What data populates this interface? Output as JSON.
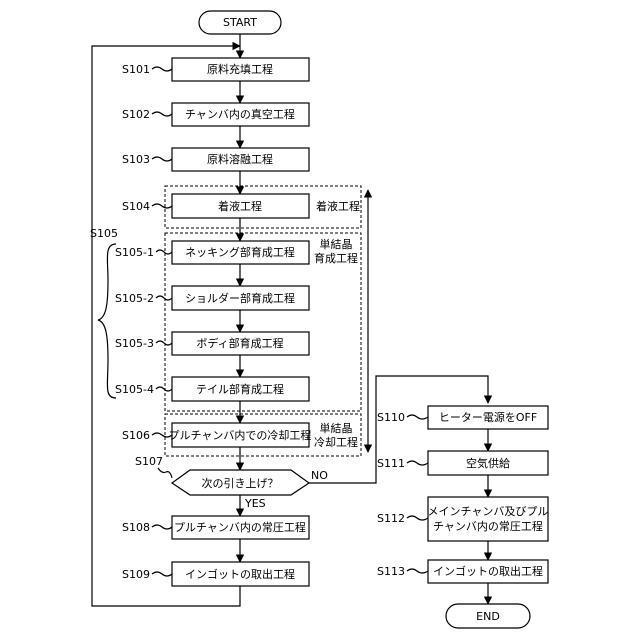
{
  "start": "START",
  "end": "END",
  "steps": {
    "s101": {
      "id": "S101",
      "label": "原料充填工程"
    },
    "s102": {
      "id": "S102",
      "label": "チャンバ内の真空工程"
    },
    "s103": {
      "id": "S103",
      "label": "原料溶融工程"
    },
    "s104": {
      "id": "S104",
      "label": "着液工程"
    },
    "s105_1": {
      "id": "S105-1",
      "label": "ネッキング部育成工程"
    },
    "s105_2": {
      "id": "S105-2",
      "label": "ショルダー部育成工程"
    },
    "s105_3": {
      "id": "S105-3",
      "label": "ボディ部育成工程"
    },
    "s105_4": {
      "id": "S105-4",
      "label": "テイル部育成工程"
    },
    "s106": {
      "id": "S106",
      "label": "プルチャンバ内での冷却工程"
    },
    "s107": {
      "id": "S107",
      "label": "次の引き上げ？"
    },
    "s108": {
      "id": "S108",
      "label": "プルチャンバ内の常圧工程"
    },
    "s109": {
      "id": "S109",
      "label": "インゴットの取出工程"
    },
    "s110": {
      "id": "S110",
      "label": "ヒーター電源をOFF"
    },
    "s111": {
      "id": "S111",
      "label": "空気供給"
    },
    "s112": {
      "id": "S112",
      "label_line1": "メインチャンバ及びプル",
      "label_line2": "チャンバ内の常圧工程"
    },
    "s113": {
      "id": "S113",
      "label": "インゴットの取出工程"
    }
  },
  "s105_group": "S105",
  "groups": {
    "landing": "着液工程",
    "growth_line1": "単結晶",
    "growth_line2": "育成工程",
    "cooling_line1": "単結晶",
    "cooling_line2": "冷却工程"
  },
  "branches": {
    "yes": "YES",
    "no": "NO"
  }
}
